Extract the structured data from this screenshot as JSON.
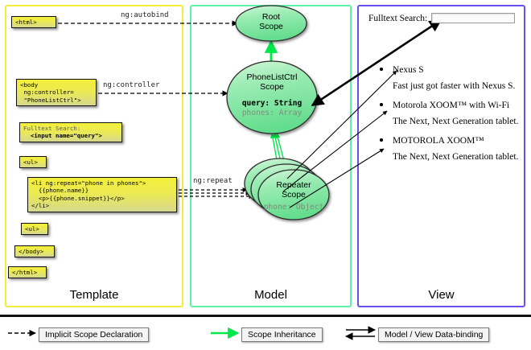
{
  "columns": [
    {
      "name": "template",
      "label": "Template",
      "border_color": "#f2ec3a"
    },
    {
      "name": "model",
      "label": "Model",
      "border_color": "#5ef0a8"
    },
    {
      "name": "view",
      "label": "View",
      "border_color": "#6a4ef0"
    }
  ],
  "template": {
    "boxes": [
      {
        "id": "html-open",
        "lines": [
          "<html>"
        ]
      },
      {
        "id": "body-open",
        "lines": [
          "<body",
          " ng:controller=",
          " \"PhoneListCtrl\">"
        ]
      },
      {
        "id": "fulltext",
        "dim_line": "Fulltext Search:",
        "bold_line": "  <input name=\"query\">"
      },
      {
        "id": "ul-open",
        "lines": [
          "<ul>"
        ]
      },
      {
        "id": "li-repeat",
        "lines": [
          "<li ng:repeat=\"phone in phones\">",
          "  {{phone.name}}",
          "  <p>{{phone.snippet}}</p>",
          "</li>"
        ]
      },
      {
        "id": "ul-close",
        "lines": [
          "<ul>"
        ]
      },
      {
        "id": "body-close",
        "lines": [
          "</body>"
        ]
      },
      {
        "id": "html-close",
        "lines": [
          "</html>"
        ]
      }
    ]
  },
  "model": {
    "scopes": [
      {
        "id": "root-scope",
        "title_line1": "Root",
        "title_line2": "Scope"
      },
      {
        "id": "phonelistctrl-scope",
        "title_line1": "PhoneListCtrl",
        "title_line2": "Scope",
        "props": [
          {
            "text": "query: String",
            "style": "bold"
          },
          {
            "text": "phones: Array",
            "style": "gray"
          }
        ]
      },
      {
        "id": "repeater-scope",
        "title_line1": "Repeater",
        "title_line2": "Scope",
        "props": [
          {
            "text": "phone: Object",
            "style": "gray"
          }
        ]
      }
    ]
  },
  "edge_labels": [
    {
      "id": "ng-autobind",
      "text": "ng:autobind"
    },
    {
      "id": "ng-controller",
      "text": "ng:controller"
    },
    {
      "id": "ng-repeat",
      "text": "ng:repeat"
    }
  ],
  "view": {
    "search_label": "Fulltext Search:",
    "search_value": "",
    "search_placeholder": "",
    "items": [
      {
        "name": "Nexus S",
        "snippet": "Fast just got faster with Nexus S."
      },
      {
        "name": "Motorola XOOM™  with Wi-Fi",
        "snippet": "The Next, Next Generation tablet."
      },
      {
        "name": "MOTOROLA XOOM™",
        "snippet": "The Next, Next Generation tablet."
      }
    ]
  },
  "legend": [
    {
      "id": "implicit-scope-declaration",
      "label": "Implicit Scope Declaration",
      "line": "dashed-black-arrow"
    },
    {
      "id": "scope-inheritance",
      "label": "Scope Inheritance",
      "line": "solid-green-arrow",
      "color": "#00e000"
    },
    {
      "id": "model-view-data-binding",
      "label": "Model / View Data-binding",
      "line": "double-black-arrow"
    }
  ]
}
